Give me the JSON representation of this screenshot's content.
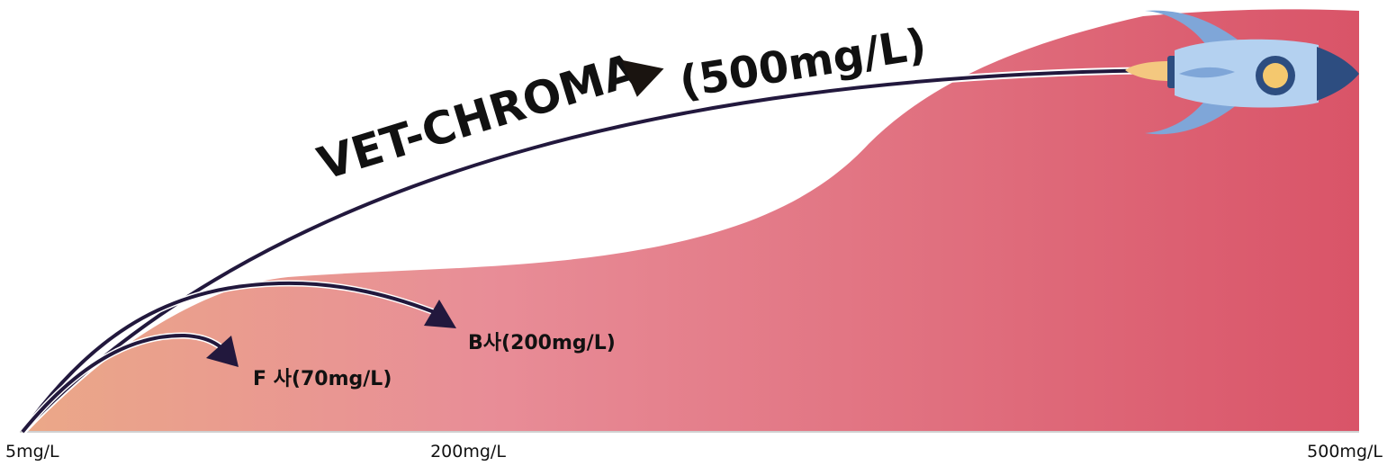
{
  "headline": {
    "title": "VET-CHROMA",
    "value": "(500mg/L)"
  },
  "callouts": {
    "f": "F 사(70mg/L)",
    "b": "B사(200mg/L)"
  },
  "axis": {
    "left": "5mg/L",
    "mid": "200mg/L",
    "right": "500mg/L"
  },
  "colors": {
    "gradient_start": "#eba888",
    "gradient_mid": "#e88d97",
    "gradient_end": "#d95468",
    "arrow": "#22183d",
    "rocket_body": "#b4d1f0",
    "rocket_fin": "#7fa6d8",
    "rocket_nose": "#2d4d80",
    "rocket_window": "#f4c86e",
    "flame": "#f4c880"
  },
  "icons": {
    "rocket": "rocket-icon",
    "play": "play-triangle-icon"
  }
}
